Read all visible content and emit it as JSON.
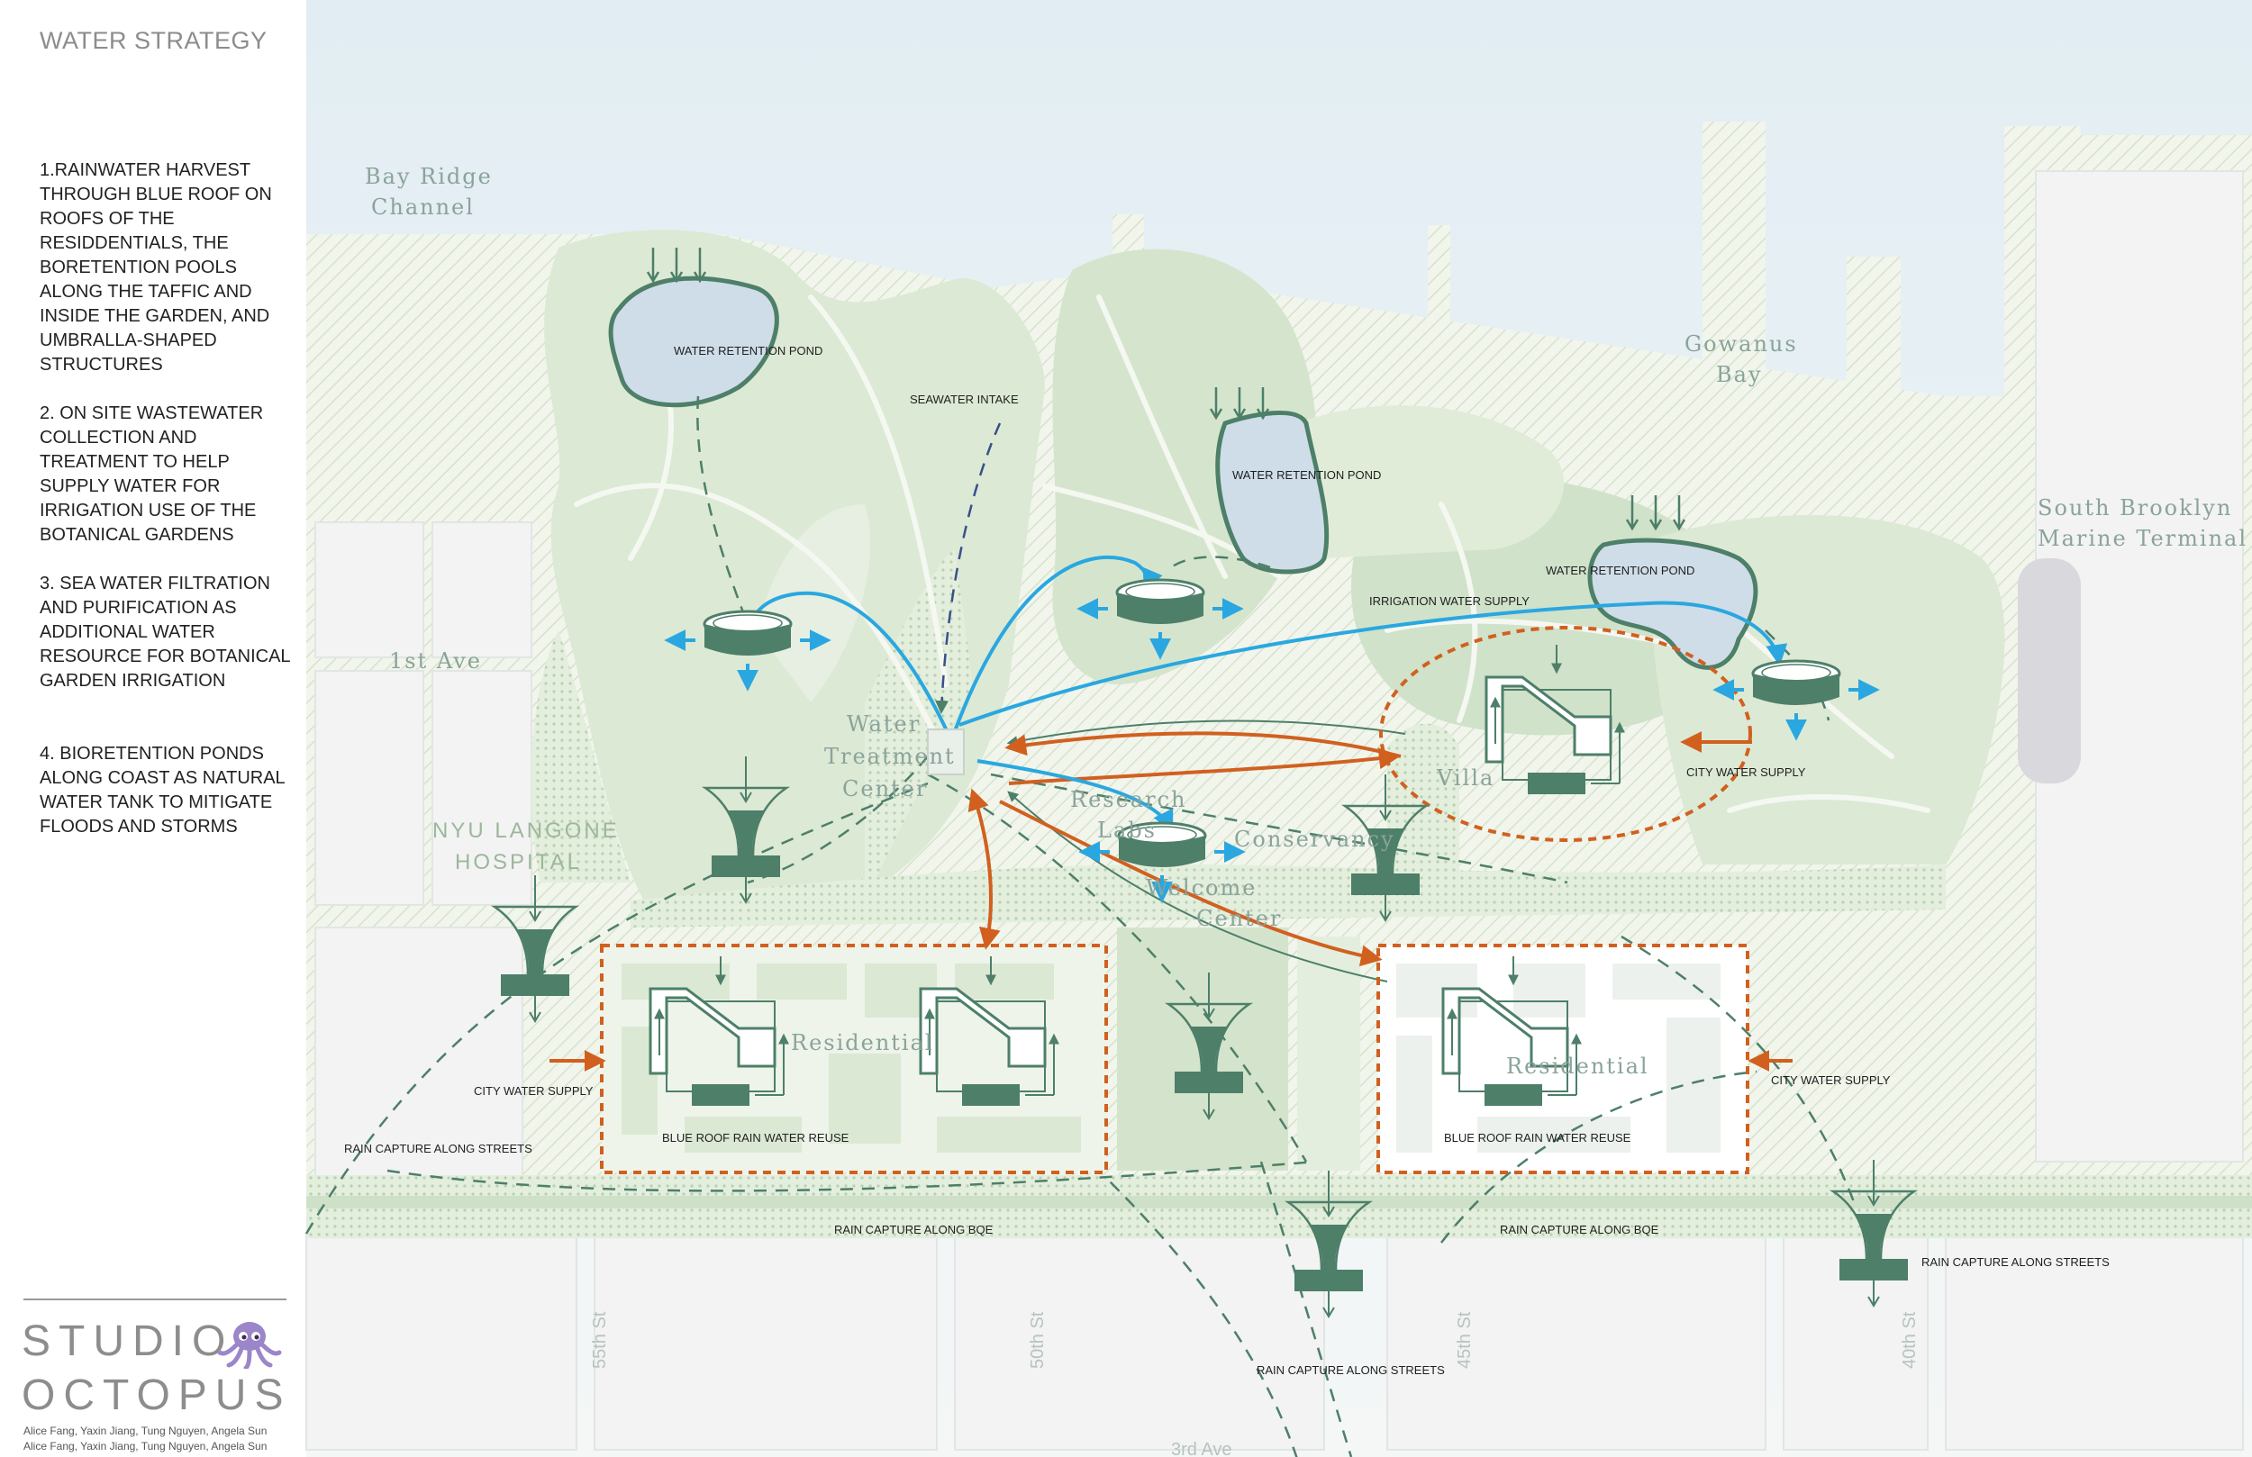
{
  "sidebar": {
    "title": "WATER STRATEGY",
    "strategies": [
      "1.RAINWATER HARVEST THROUGH BLUE ROOF ON ROOFS OF THE RESIDDENTIALS, THE BORETENTION POOLS ALONG THE TAFFIC AND INSIDE THE GARDEN, AND UMBRALLA-SHAPED STRUCTURES",
      "2. ON SITE WASTEWATER COLLECTION AND TREATMENT TO HELP SUPPLY WATER FOR IRRIGATION USE OF THE BOTANICAL GARDENS",
      "3. SEA WATER FILTRATION AND PURIFICATION AS ADDITIONAL WATER RESOURCE FOR BOTANICAL GARDEN IRRIGATION",
      "4. BIORETENTION PONDS ALONG COAST AS NATURAL WATER TANK TO MITIGATE FLOODS AND STORMS"
    ],
    "studio_line1": "STUDIO",
    "studio_line2": "OCTOPUS",
    "credits": [
      "Alice Fang, Yaxin Jiang, Tung Nguyen,  Angela Sun",
      "Alice Fang, Yaxin Jiang, Tung Nguyen,  Angela Sun"
    ]
  },
  "map": {
    "places": {
      "bay_ridge_1": "Bay Ridge",
      "bay_ridge_2": "Channel",
      "gowanus_1": "Gowanus",
      "gowanus_2": "Bay",
      "south_brooklyn_1": "South Brooklyn",
      "south_brooklyn_2": "Marine Terminal",
      "first_ave": "1st Ave",
      "water_treatment_1": "Water",
      "water_treatment_2": "Treatment",
      "water_treatment_3": "Center",
      "research_1": "Research",
      "research_2": "Labs",
      "conservancy": "Conservancy",
      "welcome_1": "Welcome",
      "welcome_2": "Center",
      "villa": "Villa",
      "nyu_1": "NYU LANGONE",
      "nyu_2": "HOSPITAL",
      "residential_1": "Residential",
      "residential_2": "Residential"
    },
    "streets": {
      "s55": "55th St",
      "s50": "50th St",
      "s45": "45th St",
      "s40": "40th St",
      "s3rd": "3rd Ave"
    },
    "labels": {
      "pond_1": "WATER RETENTION POND",
      "pond_2": "WATER RETENTION POND",
      "pond_3": "WATER RETENTION POND",
      "seawater": "SEAWATER INTAKE",
      "irrigation": "IRRIGATION WATER SUPPLY",
      "city_1": "CITY WATER SUPPLY",
      "city_2": "CITY WATER SUPPLY",
      "city_3": "CITY WATER SUPPLY",
      "blue_roof_1": "BLUE ROOF RAIN WATER REUSE",
      "blue_roof_2": "BLUE ROOF RAIN WATER REUSE",
      "rain_streets_1": "RAIN CAPTURE ALONG STREETS",
      "rain_streets_2": "RAIN CAPTURE ALONG STREETS",
      "rain_streets_3": "RAIN CAPTURE ALONG STREETS",
      "rain_bqe_1": "RAIN CAPTURE ALONG BQE",
      "rain_bqe_2": "RAIN CAPTURE ALONG BQE"
    },
    "colors": {
      "water": "#2aa7e0",
      "city": "#d1601f",
      "structure": "#4d7f69",
      "garden": "#dce9d4",
      "pond": "#cfdde8"
    }
  }
}
